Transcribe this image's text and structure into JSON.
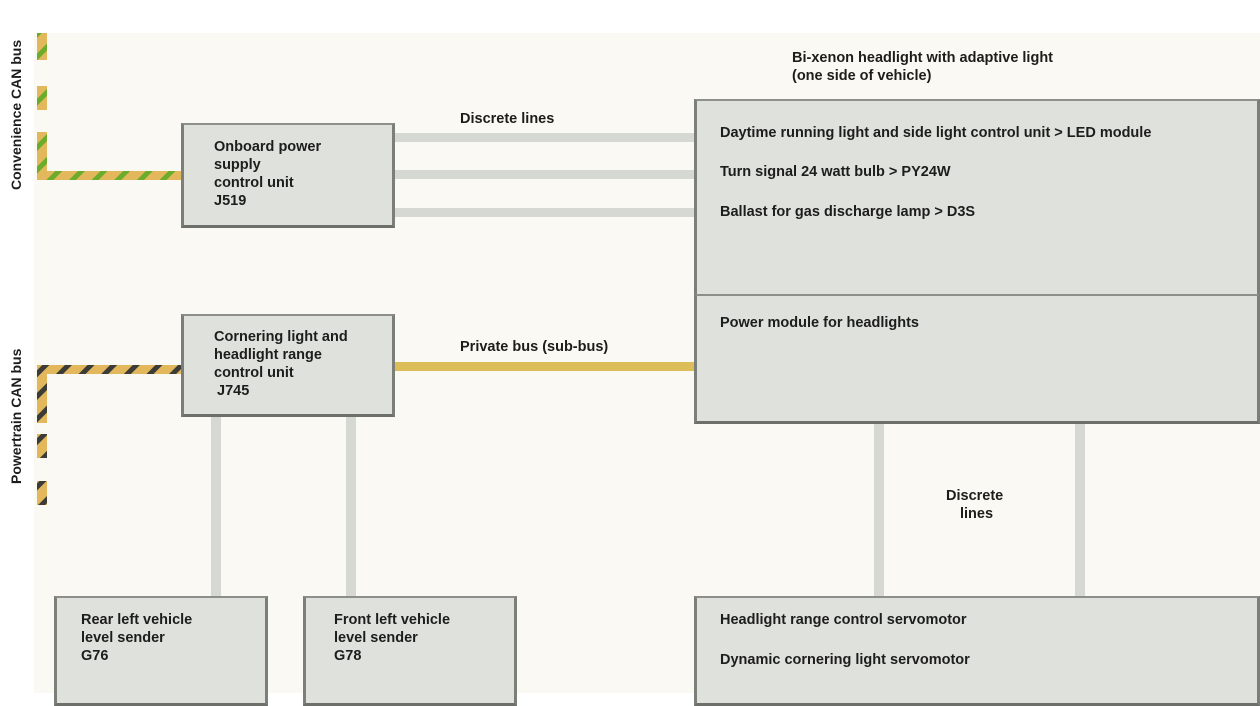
{
  "buses": {
    "convenience": "Convenience CAN bus",
    "powertrain": "Powertrain CAN bus"
  },
  "header": {
    "line1": "Bi-xenon headlight with adaptive light",
    "line2": "(one side of vehicle)"
  },
  "units": {
    "onboard": {
      "line1": "Onboard power",
      "line2": "supply",
      "line3": "control unit",
      "code": "J519"
    },
    "cornering": {
      "line1": "Cornering light and",
      "line2": "headlight range",
      "line3": "control unit",
      "code": "J745"
    },
    "rear_sender": {
      "line1": "Rear left vehicle",
      "line2": "level sender",
      "code": "G76"
    },
    "front_sender": {
      "line1": "Front left vehicle",
      "line2": "level sender",
      "code": "G78"
    }
  },
  "headlight": {
    "items": [
      "Daytime running light and side light control unit > LED module",
      "Turn signal 24 watt bulb > PY24W",
      "Ballast for gas discharge lamp > D3S"
    ],
    "power_module": "Power module for headlights",
    "servos": [
      "Headlight range control servomotor",
      "Dynamic cornering light servomotor"
    ]
  },
  "connections": {
    "discrete_top": "Discrete lines",
    "private_bus": "Private bus (sub-bus)",
    "discrete_right_1": "Discrete",
    "discrete_right_2": "lines"
  },
  "colors": {
    "convenience_bus": "#6cac2c",
    "powertrain_bus": "#3b3b38",
    "bus_base": "#e3b85c",
    "private_bus": "#dcbd57",
    "discrete_line": "#d6d8d3"
  }
}
